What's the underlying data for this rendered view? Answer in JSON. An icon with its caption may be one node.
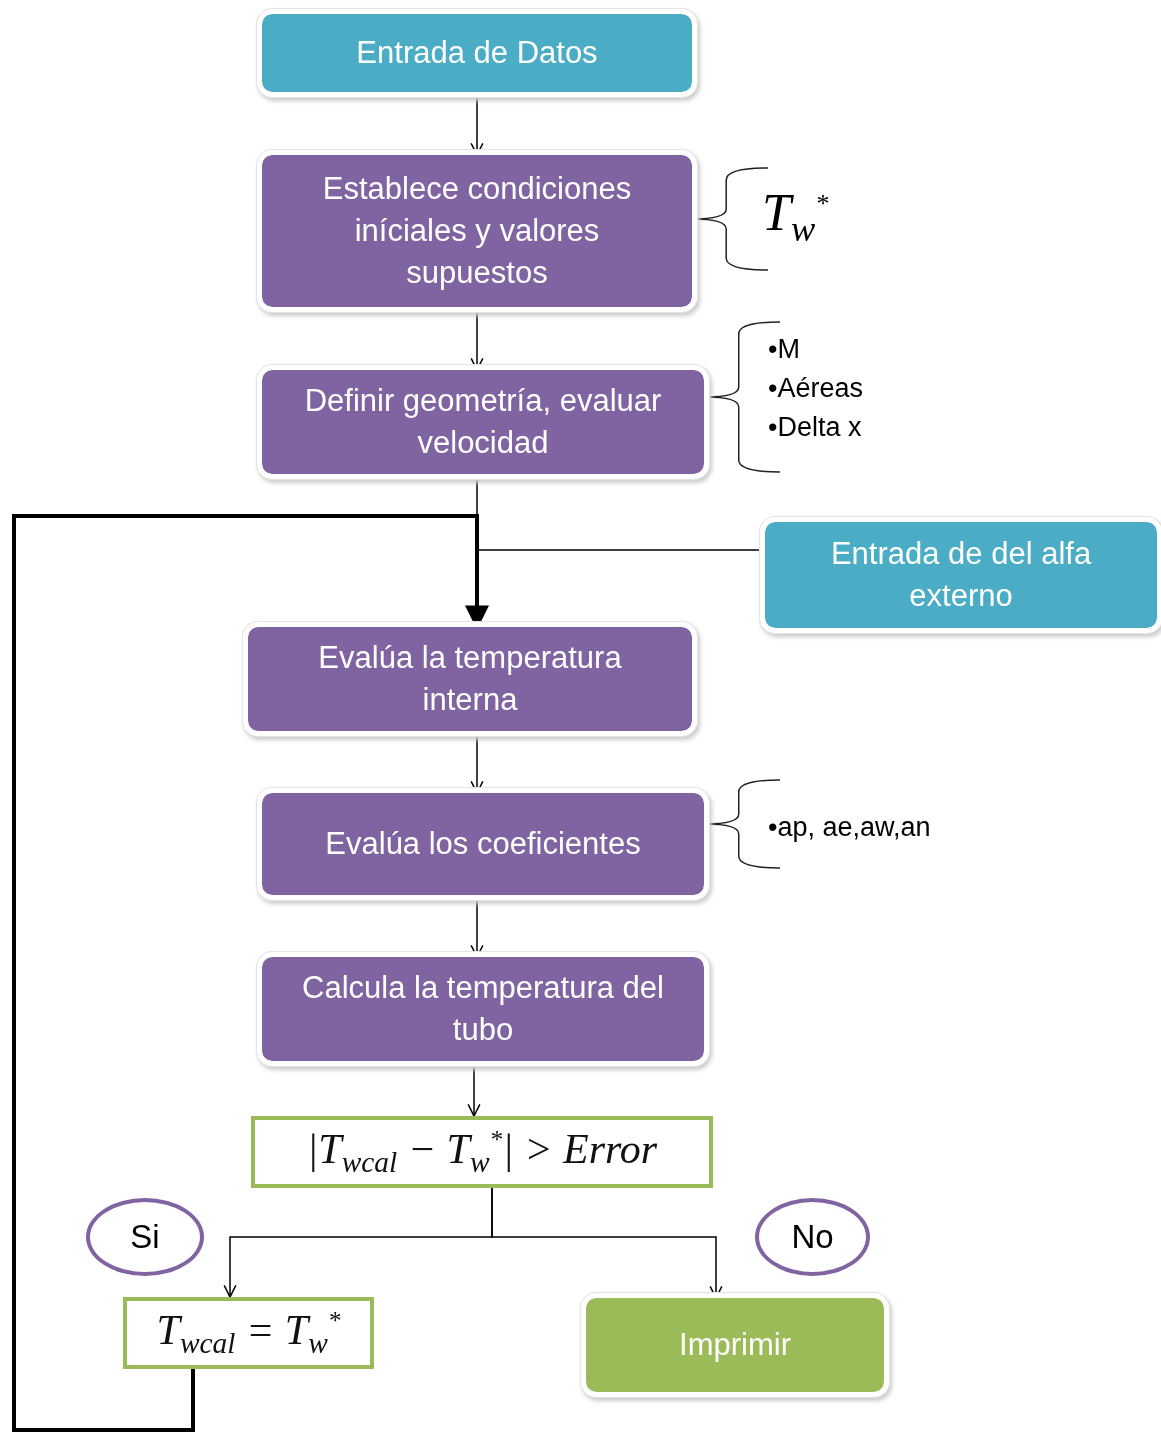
{
  "diagram": {
    "nodes": [
      {
        "text": [
          "Entrada de Datos"
        ]
      },
      {
        "text": [
          "Establece condiciones iníciales y valores supuestos"
        ],
        "beside": [
          "T$_{w}$$^{*}$"
        ]
      },
      {
        "text": [
          "Definir geometría, evaluar velocidad"
        ],
        "beside": [
          "•M",
          "•Aéreas",
          "•Delta x"
        ]
      },
      {
        "text": [
          "Entrada de del alfa externo"
        ]
      },
      {
        "text": [
          "Evalúa la temperatura interna"
        ]
      },
      {
        "text": [
          "Evalúa los coeficientes"
        ],
        "beside": [
          "•ap, ae,aw,an"
        ]
      },
      {
        "text": [
          "Calcula la temperatura del tubo"
        ]
      },
      {
        "text": [
          "|T$_{wcal}$ − T$_{w}$$^{*}$| > Error"
        ]
      },
      {
        "text": [
          "Si"
        ]
      },
      {
        "text": [
          "No"
        ]
      },
      {
        "text": [
          "T$_{wcal}$ = T$_{w}$$^{*}$"
        ]
      },
      {
        "text": [
          "Imprimir"
        ]
      }
    ],
    "edges": [
      {
        "from": 0,
        "to": 1,
        "arrow": "to"
      },
      {
        "from": 1,
        "to": 2,
        "arrow": "to"
      },
      {
        "from": 2,
        "to": 4,
        "arrow": "to"
      },
      {
        "from": 3,
        "to": 4,
        "arrow": "to"
      },
      {
        "from": 10,
        "to": 4,
        "arrow": "to",
        "style": "thick"
      },
      {
        "from": 4,
        "to": 5,
        "arrow": "to"
      },
      {
        "from": 5,
        "to": 6,
        "arrow": "to"
      },
      {
        "from": 6,
        "to": 7,
        "arrow": "to"
      },
      {
        "from": 7,
        "to": 10,
        "arrow": "to"
      },
      {
        "from": 7,
        "to": 11,
        "arrow": "to"
      }
    ]
  }
}
